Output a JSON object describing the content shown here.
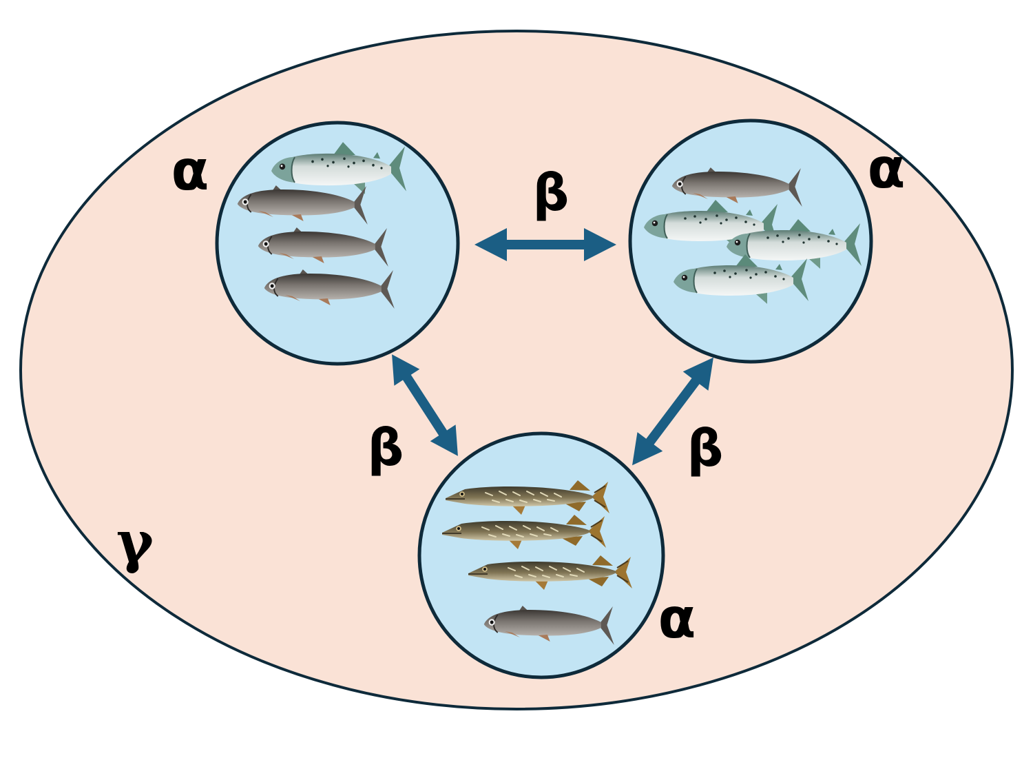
{
  "labels": {
    "alpha_1": "α",
    "alpha_2": "α",
    "alpha_3": "α",
    "beta_top": "β",
    "beta_left": "β",
    "beta_right": "β",
    "gamma": "γ"
  },
  "colors": {
    "region_fill": "#fae2d6",
    "community_fill": "#c2e4f4",
    "outline": "#0e2a3a",
    "arrow": "#1b5e84"
  },
  "communities": [
    {
      "id": "left",
      "fish": [
        "salmon",
        "whitefish",
        "whitefish",
        "whitefish"
      ]
    },
    {
      "id": "right",
      "fish": [
        "whitefish",
        "salmon",
        "salmon",
        "salmon"
      ]
    },
    {
      "id": "bottom",
      "fish": [
        "pike",
        "pike",
        "pike",
        "whitefish"
      ]
    }
  ]
}
